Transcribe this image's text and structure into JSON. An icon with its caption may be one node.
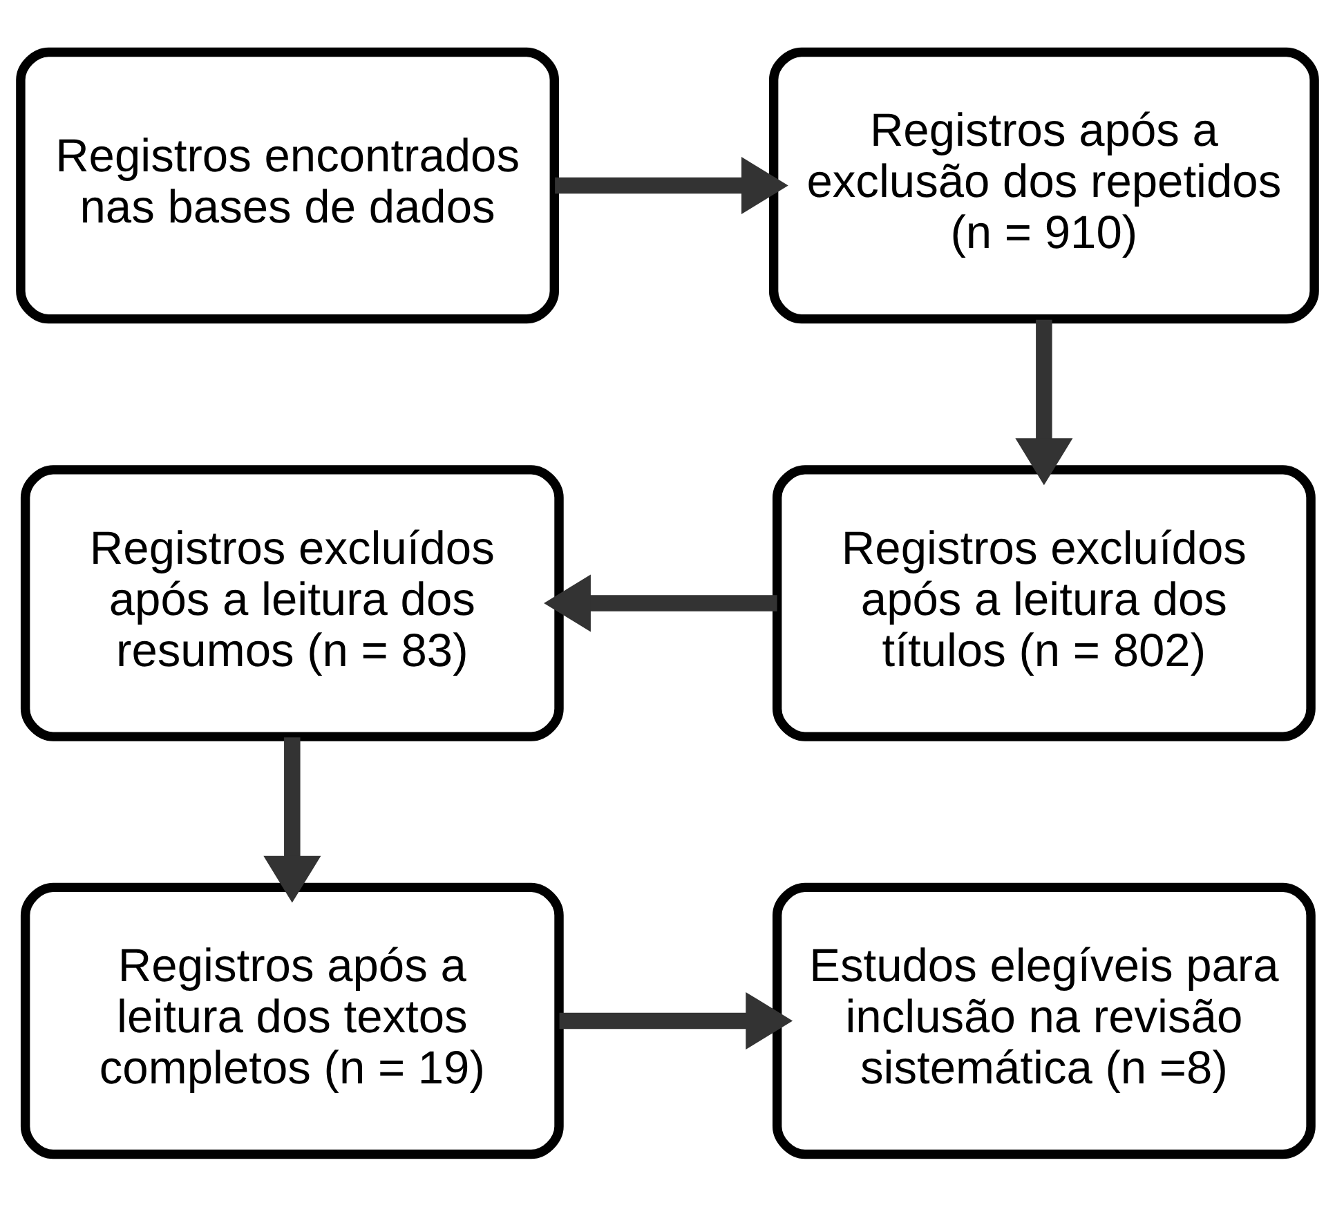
{
  "diagram": {
    "nodes": [
      {
        "text": [
          "Registros encontrados nas bases de dados"
        ]
      },
      {
        "text": [
          "Registros após a exclusão dos repetidos (n = 910)"
        ]
      },
      {
        "text": [
          "Registros excluídos após a leitura dos títulos (n = 802)"
        ]
      },
      {
        "text": [
          "Registros excluídos após a leitura dos resumos (n = 83)"
        ]
      },
      {
        "text": [
          "Registros após a leitura dos textos completos (n = 19)"
        ]
      },
      {
        "text": [
          "Estudos elegíveis para inclusão na revisão sistemática (n =8)"
        ]
      }
    ],
    "edges": [
      {
        "from": 0,
        "to": 1,
        "arrow": "to"
      },
      {
        "from": 1,
        "to": 2,
        "arrow": "to"
      },
      {
        "from": 2,
        "to": 3,
        "arrow": "to"
      },
      {
        "from": 3,
        "to": 4,
        "arrow": "to"
      },
      {
        "from": 4,
        "to": 5,
        "arrow": "to"
      }
    ]
  }
}
